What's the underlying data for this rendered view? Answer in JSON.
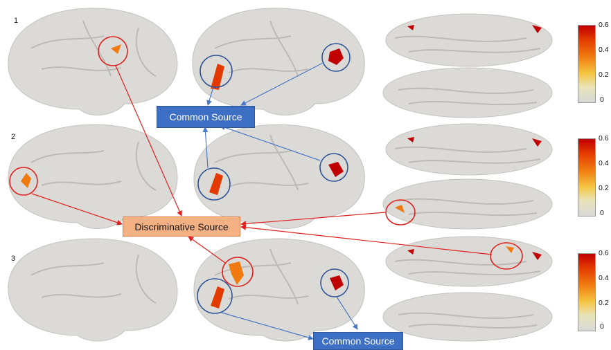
{
  "rows": [
    {
      "label": "1"
    },
    {
      "label": "2"
    },
    {
      "label": "3"
    }
  ],
  "labels": {
    "common_source_top": "Common Source",
    "common_source_bottom": "Common Source",
    "discriminative_source": "Discriminative Source"
  },
  "colorbar": {
    "ticks": [
      "0.6",
      "0.4",
      "0.2",
      "0"
    ],
    "colors": [
      "#c00000",
      "#e23a00",
      "#f07a10",
      "#f5c542",
      "#d8d8d8"
    ]
  },
  "colors": {
    "common_marker": "#2f5597",
    "discriminative_marker": "#e0201c",
    "brain": "#dcdad6"
  }
}
